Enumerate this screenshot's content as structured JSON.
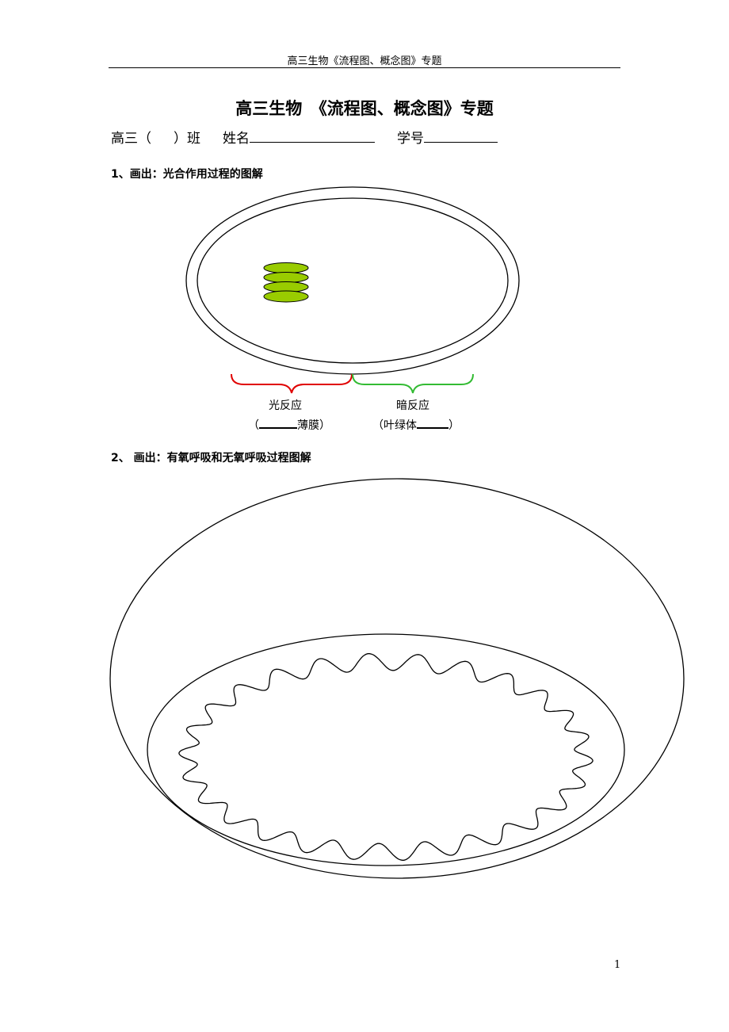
{
  "header": {
    "running_title": "高三生物《流程图、概念图》专题"
  },
  "title": "高三生物　《流程图、概念图》专题",
  "info": {
    "grade_prefix": "高三（",
    "class_suffix": "）班",
    "name_label": "姓名",
    "id_label": "学号"
  },
  "question1": {
    "label": "1、画出：光合作用过程的图解",
    "light_reaction": "光反应",
    "light_location_prefix": "（",
    "light_location_suffix": "薄膜）",
    "dark_reaction": "暗反应",
    "dark_location_prefix": "（叶绿体",
    "dark_location_suffix": "）",
    "colors": {
      "thylakoid": "#99cc00",
      "light_brace": "#e00000",
      "dark_brace": "#33bb33"
    }
  },
  "question2": {
    "label": "2、 画出：有氧呼吸和无氧呼吸过程图解"
  },
  "footer": {
    "page_number": "1"
  }
}
